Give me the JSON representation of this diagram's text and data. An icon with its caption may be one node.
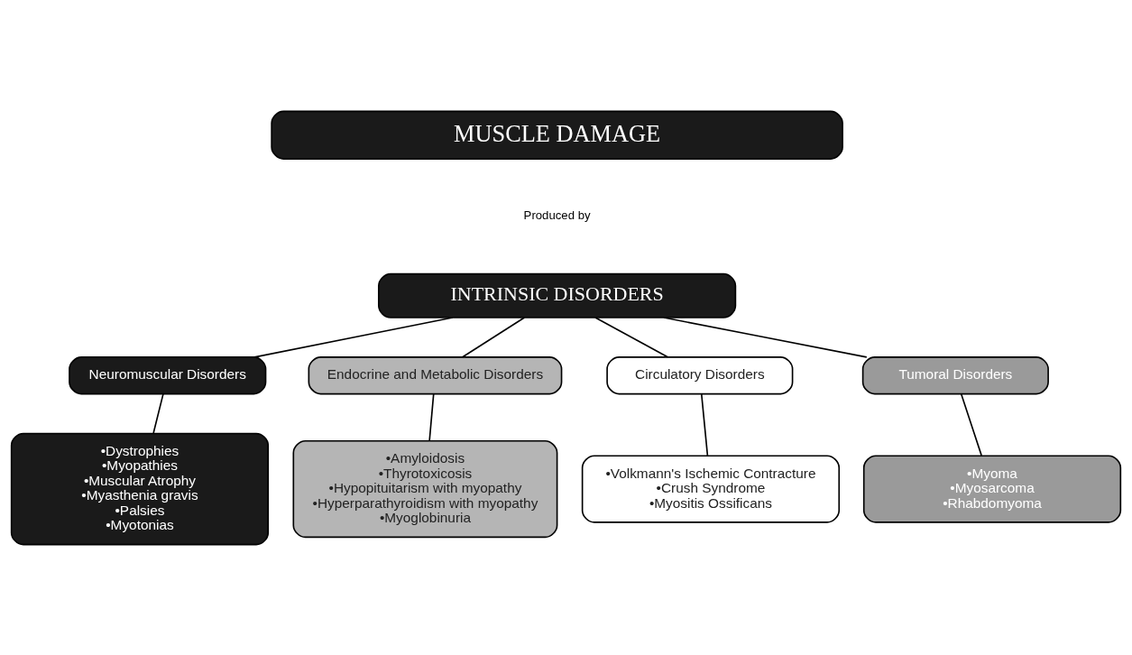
{
  "diagram": {
    "nodes": [
      {
        "text": [
          "MUSCLE DAMAGE"
        ]
      },
      {
        "text": [
          "INTRINSIC DISORDERS"
        ]
      },
      {
        "text": [
          "Neuromuscular Disorders"
        ]
      },
      {
        "text": [
          "Endocrine and Metabolic Disorders"
        ]
      },
      {
        "text": [
          "Circulatory Disorders"
        ]
      },
      {
        "text": [
          "Tumoral Disorders"
        ]
      },
      {
        "text": [
          "•Dystrophies",
          "•Myopathies",
          "•Muscular Atrophy",
          "•Myasthenia gravis",
          "•Palsies",
          "•Myotonias"
        ]
      },
      {
        "text": [
          "•Amyloidosis",
          "•Thyrotoxicosis",
          "•Hypopituitarism with myopathy",
          "•Hyperparathyroidism with myopathy",
          "•Myoglobinuria"
        ]
      },
      {
        "text": [
          "•Volkmann's Ischemic Contracture",
          "•Crush Syndrome",
          "•Myositis Ossificans"
        ]
      },
      {
        "text": [
          "•Myoma",
          "•Myosarcoma",
          "•Rhabdomyoma"
        ]
      }
    ],
    "edges": [
      {
        "from": 1,
        "to": 2,
        "arrow": "none"
      },
      {
        "from": 1,
        "to": 3,
        "arrow": "none"
      },
      {
        "from": 1,
        "to": 4,
        "arrow": "none"
      },
      {
        "from": 1,
        "to": 5,
        "arrow": "none"
      },
      {
        "from": 2,
        "to": 6,
        "arrow": "none"
      },
      {
        "from": 3,
        "to": 7,
        "arrow": "none"
      },
      {
        "from": 4,
        "to": 8,
        "arrow": "none"
      },
      {
        "from": 5,
        "to": 9,
        "arrow": "none"
      }
    ],
    "labels": [
      "Produced by"
    ]
  }
}
